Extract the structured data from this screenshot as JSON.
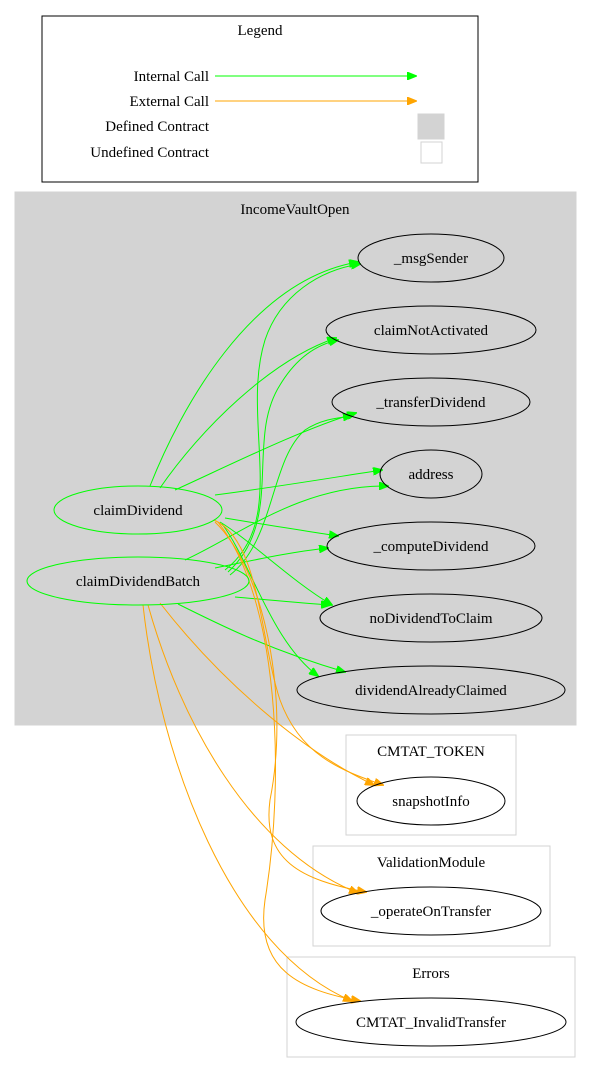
{
  "legend": {
    "title": "Legend",
    "internal_call": "Internal Call",
    "external_call": "External Call",
    "defined_contract": "Defined Contract",
    "undefined_contract": "Undefined Contract",
    "internal_color": "#00ff00",
    "external_color": "#ffa500",
    "defined_fill": "#d3d3d3"
  },
  "clusters": {
    "income_vault": {
      "title": "IncomeVaultOpen",
      "nodes": {
        "msg_sender": "_msgSender",
        "claim_not_activated": "claimNotActivated",
        "transfer_dividend": "_transferDividend",
        "address": "address",
        "compute_dividend": "_computeDividend",
        "no_dividend_to_claim": "noDividendToClaim",
        "dividend_already_claimed": "dividendAlreadyClaimed",
        "claim_dividend": "claimDividend",
        "claim_dividend_batch": "claimDividendBatch"
      }
    },
    "cmtat_token": {
      "title": "CMTAT_TOKEN",
      "nodes": {
        "snapshot_info": "snapshotInfo"
      }
    },
    "validation_module": {
      "title": "ValidationModule",
      "nodes": {
        "operate_on_transfer": "_operateOnTransfer"
      }
    },
    "errors": {
      "title": "Errors",
      "nodes": {
        "invalid_transfer": "CMTAT_InvalidTransfer"
      }
    }
  },
  "edges": [
    {
      "from": "claimDividend",
      "to": "_msgSender",
      "kind": "internal"
    },
    {
      "from": "claimDividend",
      "to": "claimNotActivated",
      "kind": "internal"
    },
    {
      "from": "claimDividend",
      "to": "_transferDividend",
      "kind": "internal"
    },
    {
      "from": "claimDividend",
      "to": "address",
      "kind": "internal"
    },
    {
      "from": "claimDividend",
      "to": "_computeDividend",
      "kind": "internal"
    },
    {
      "from": "claimDividend",
      "to": "noDividendToClaim",
      "kind": "internal"
    },
    {
      "from": "claimDividend",
      "to": "dividendAlreadyClaimed",
      "kind": "internal"
    },
    {
      "from": "claimDividendBatch",
      "to": "_msgSender",
      "kind": "internal"
    },
    {
      "from": "claimDividendBatch",
      "to": "claimNotActivated",
      "kind": "internal"
    },
    {
      "from": "claimDividendBatch",
      "to": "_transferDividend",
      "kind": "internal"
    },
    {
      "from": "claimDividendBatch",
      "to": "address",
      "kind": "internal"
    },
    {
      "from": "claimDividendBatch",
      "to": "_computeDividend",
      "kind": "internal"
    },
    {
      "from": "claimDividendBatch",
      "to": "noDividendToClaim",
      "kind": "internal"
    },
    {
      "from": "claimDividendBatch",
      "to": "dividendAlreadyClaimed",
      "kind": "internal"
    },
    {
      "from": "claimDividend",
      "to": "snapshotInfo",
      "kind": "external"
    },
    {
      "from": "claimDividend",
      "to": "_operateOnTransfer",
      "kind": "external"
    },
    {
      "from": "claimDividend",
      "to": "CMTAT_InvalidTransfer",
      "kind": "external"
    },
    {
      "from": "claimDividendBatch",
      "to": "snapshotInfo",
      "kind": "external"
    },
    {
      "from": "claimDividendBatch",
      "to": "_operateOnTransfer",
      "kind": "external"
    },
    {
      "from": "claimDividendBatch",
      "to": "CMTAT_InvalidTransfer",
      "kind": "external"
    }
  ]
}
